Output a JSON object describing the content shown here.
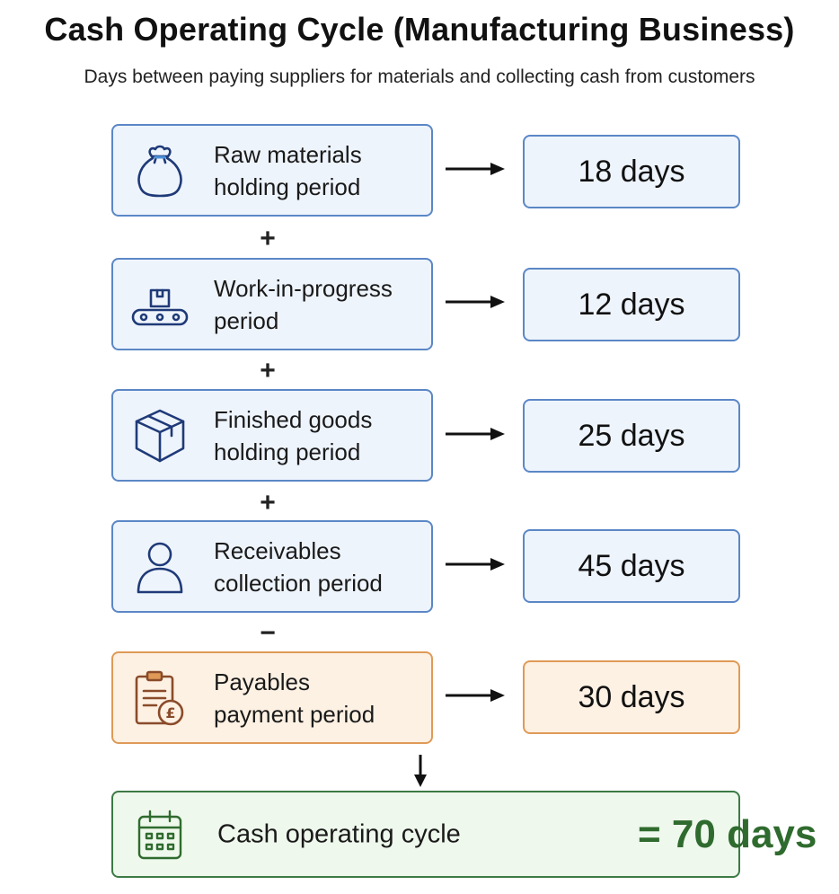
{
  "header": {
    "title": "Cash Operating Cycle (Manufacturing Business)",
    "subtitle": "Days between paying suppliers for materials and collecting cash from customers"
  },
  "stages": [
    {
      "label_line1": "Raw materials",
      "label_line2": "holding period",
      "value": "18 days",
      "icon": "money-bag-icon",
      "operator_after": "+"
    },
    {
      "label_line1": "Work-in-progress",
      "label_line2": "period",
      "value": "12 days",
      "icon": "conveyor-belt-icon",
      "operator_after": "+"
    },
    {
      "label_line1": "Finished goods",
      "label_line2": "holding period",
      "value": "25 days",
      "icon": "box-icon",
      "operator_after": "+"
    },
    {
      "label_line1": "Receivables",
      "label_line2": "collection period",
      "value": "45 days",
      "icon": "person-icon",
      "operator_after": "−"
    },
    {
      "label_line1": "Payables",
      "label_line2": "payment period",
      "value": "30 days",
      "icon": "invoice-pound-icon"
    }
  ],
  "result": {
    "label": "Cash operating cycle",
    "total": "= 70 days",
    "icon": "calendar-icon"
  },
  "colors": {
    "blue_border": "#5b87c6",
    "blue_fill": "#eef4fc",
    "orange_border": "#df9a57",
    "orange_fill": "#fdf1e3",
    "green_border": "#3d7a45",
    "green_fill": "#eef8ec",
    "green_text": "#2f6b2e",
    "icon_navy": "#1f3a78",
    "icon_brown": "#8a4b2a"
  }
}
